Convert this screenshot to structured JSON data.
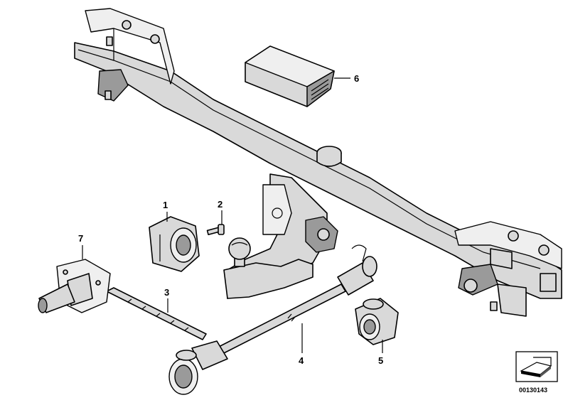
{
  "diagram": {
    "callouts": [
      {
        "id": "1",
        "label": "1"
      },
      {
        "id": "2",
        "label": "2"
      },
      {
        "id": "3",
        "label": "3"
      },
      {
        "id": "4",
        "label": "4"
      },
      {
        "id": "5",
        "label": "5"
      },
      {
        "id": "6",
        "label": "6"
      },
      {
        "id": "7",
        "label": "7"
      }
    ],
    "diagram_number": "00130143",
    "colors": {
      "part_fill": "#d9d9d9",
      "dark_fill": "#9a9a9a",
      "line": "#000000"
    }
  }
}
